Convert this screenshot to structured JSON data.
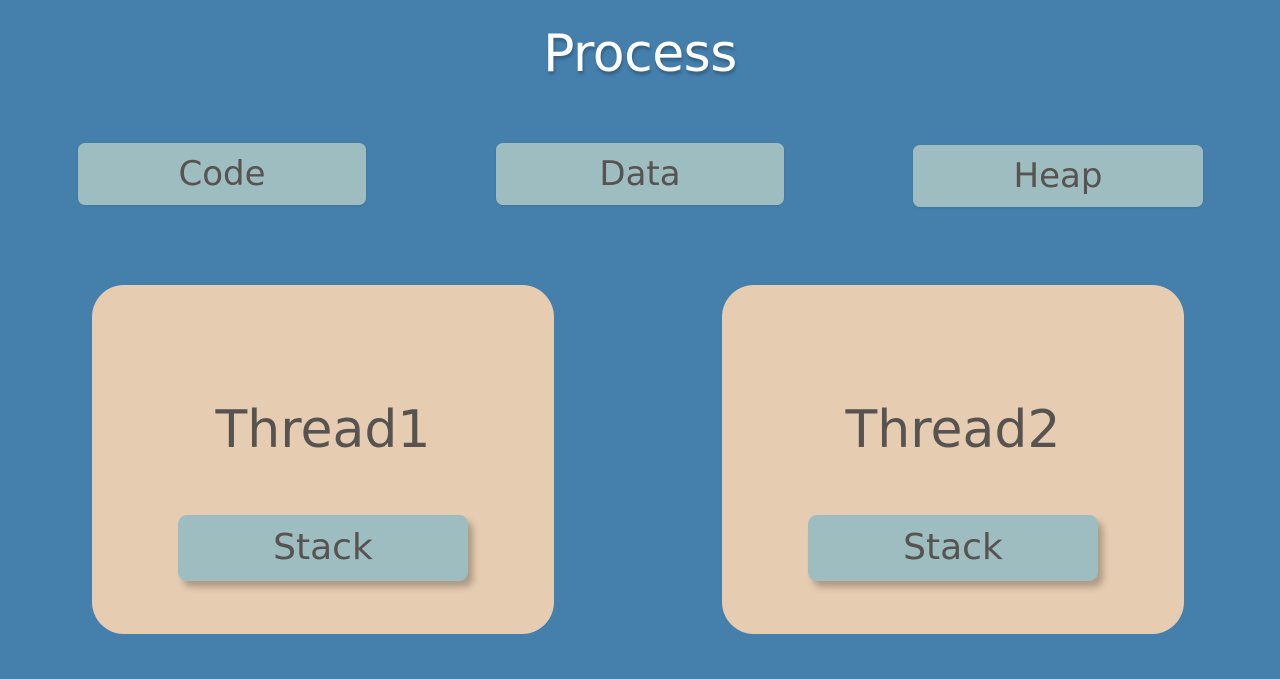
{
  "diagram": {
    "title": "Process",
    "background_color": "#4580ad",
    "segment_color": "#9ebdc0",
    "thread_color": "#e6cdb2",
    "text_color": "#575350",
    "title_color": "#ffffff",
    "segments": [
      {
        "label": "Code"
      },
      {
        "label": "Data"
      },
      {
        "label": "Heap"
      }
    ],
    "threads": [
      {
        "label": "Thread1",
        "stack_label": "Stack"
      },
      {
        "label": "Thread2",
        "stack_label": "Stack"
      }
    ]
  }
}
